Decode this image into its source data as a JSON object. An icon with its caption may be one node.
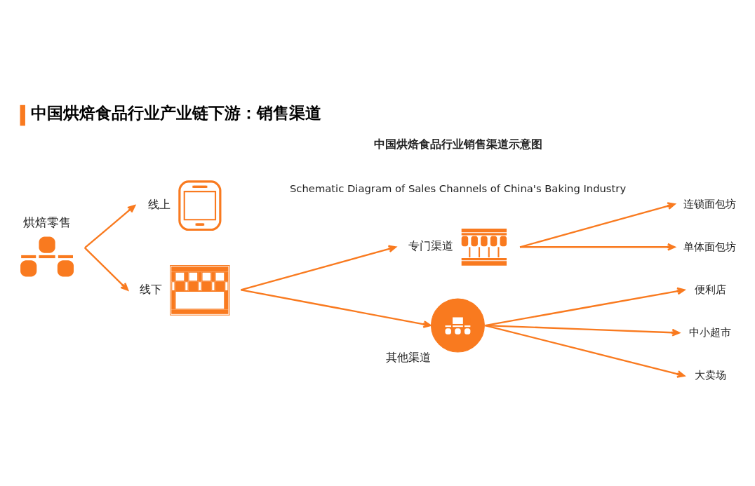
{
  "diagram": {
    "title": "中国烘焙食品行业产业链下游：销售渠道",
    "nodes": [
      {
        "text": [
          "烘焙零售"
        ]
      },
      {
        "text": [],
        "shape": "picture",
        "beside": [
          "线上"
        ]
      },
      {
        "text": [],
        "shape": "picture",
        "beside": [
          "线下"
        ]
      },
      {
        "text": [],
        "shape": "picture",
        "beside": [
          "专门渠道"
        ]
      },
      {
        "text": [],
        "shape": "circle",
        "beside": [
          "其他渠道"
        ]
      },
      {
        "text": [
          "连锁面包坊"
        ]
      },
      {
        "text": [
          "单体面包坊"
        ]
      },
      {
        "text": [
          "便利店"
        ]
      },
      {
        "text": [
          "中小超市"
        ]
      },
      {
        "text": [
          "大卖场"
        ]
      }
    ],
    "edges": [
      {
        "from": 0,
        "to": 1,
        "arrow": "to"
      },
      {
        "from": 0,
        "to": 2,
        "arrow": "to"
      },
      {
        "from": 2,
        "to": 3,
        "arrow": "to"
      },
      {
        "from": 2,
        "to": 4,
        "arrow": "to"
      },
      {
        "from": 3,
        "to": 5,
        "arrow": "to"
      },
      {
        "from": 3,
        "to": 6,
        "arrow": "to"
      },
      {
        "from": 4,
        "to": 7,
        "arrow": "to"
      },
      {
        "from": 4,
        "to": 8,
        "arrow": "to"
      },
      {
        "from": 4,
        "to": 9,
        "arrow": "to"
      }
    ],
    "labels": [
      "中国烘焙食品行业销售渠道示意图",
      "Schematic Diagram of Sales Channels of China's Baking Industry"
    ]
  }
}
